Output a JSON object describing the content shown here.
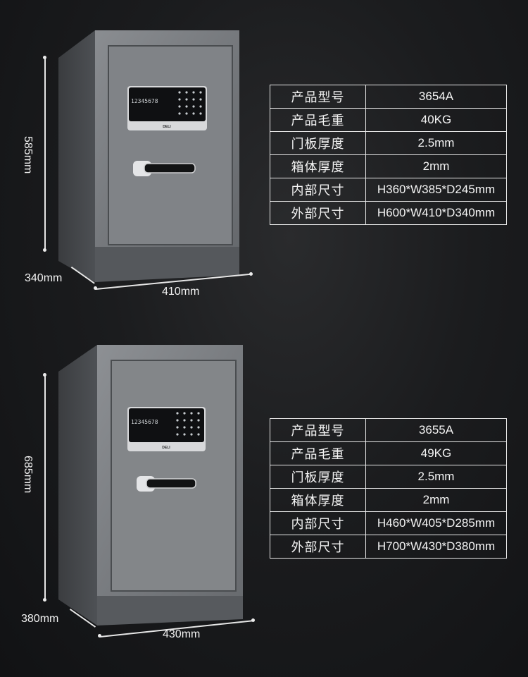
{
  "products": [
    {
      "dimensions": {
        "height": "585mm",
        "depth": "340mm",
        "width": "410mm"
      },
      "panel": {
        "display": "12345678",
        "brand": "DELI"
      },
      "specs": [
        {
          "label": "产品型号",
          "value": "3654A"
        },
        {
          "label": "产品毛重",
          "value": "40KG"
        },
        {
          "label": "门板厚度",
          "value": "2.5mm"
        },
        {
          "label": "箱体厚度",
          "value": "2mm"
        },
        {
          "label": "内部尺寸",
          "value": "H360*W385*D245mm"
        },
        {
          "label": "外部尺寸",
          "value": "H600*W410*D340mm"
        }
      ]
    },
    {
      "dimensions": {
        "height": "685mm",
        "depth": "380mm",
        "width": "430mm"
      },
      "panel": {
        "display": "12345678",
        "brand": "DELI"
      },
      "specs": [
        {
          "label": "产品型号",
          "value": "3655A"
        },
        {
          "label": "产品毛重",
          "value": "49KG"
        },
        {
          "label": "门板厚度",
          "value": "2.5mm"
        },
        {
          "label": "箱体厚度",
          "value": "2mm"
        },
        {
          "label": "内部尺寸",
          "value": "H460*W405*D285mm"
        },
        {
          "label": "外部尺寸",
          "value": "H700*W430*D380mm"
        }
      ]
    }
  ],
  "colors": {
    "background": "#1b1c1e",
    "safe_body": "#5e6164",
    "safe_door": "#7b7e82",
    "table_border": "#e9e9e9"
  }
}
